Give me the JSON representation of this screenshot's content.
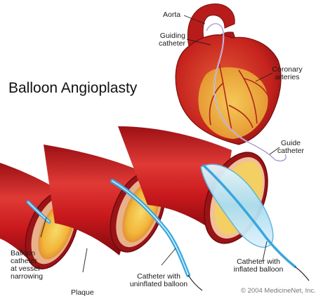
{
  "title": "Balloon Angioplasty",
  "labels": {
    "aorta": "Aorta",
    "guiding_catheter": "Guiding\ncatheter",
    "coronary_arteries": "Coronary\narteries",
    "guide_catheter": "Guide\ncatheter",
    "balloon_catheter": "Balloon\ncatheter\nat vessel\nnarrowing",
    "plaque": "Plaque",
    "catheter_uninflated": "Catheter with\nuninflated balloon",
    "catheter_inflated": "Catheter with\ninflated balloon"
  },
  "credit": "© 2004 MedicineNet, Inc.",
  "colors": {
    "vessel_wall": "#c8181c",
    "vessel_shadow": "#8a0c10",
    "plaque": "#f2b63a",
    "plaque_core": "#f7da6a",
    "catheter": "#39a6de",
    "balloon": "#bfe6f7",
    "heart": "#c5221d",
    "label_text": "#1a1a1a"
  }
}
